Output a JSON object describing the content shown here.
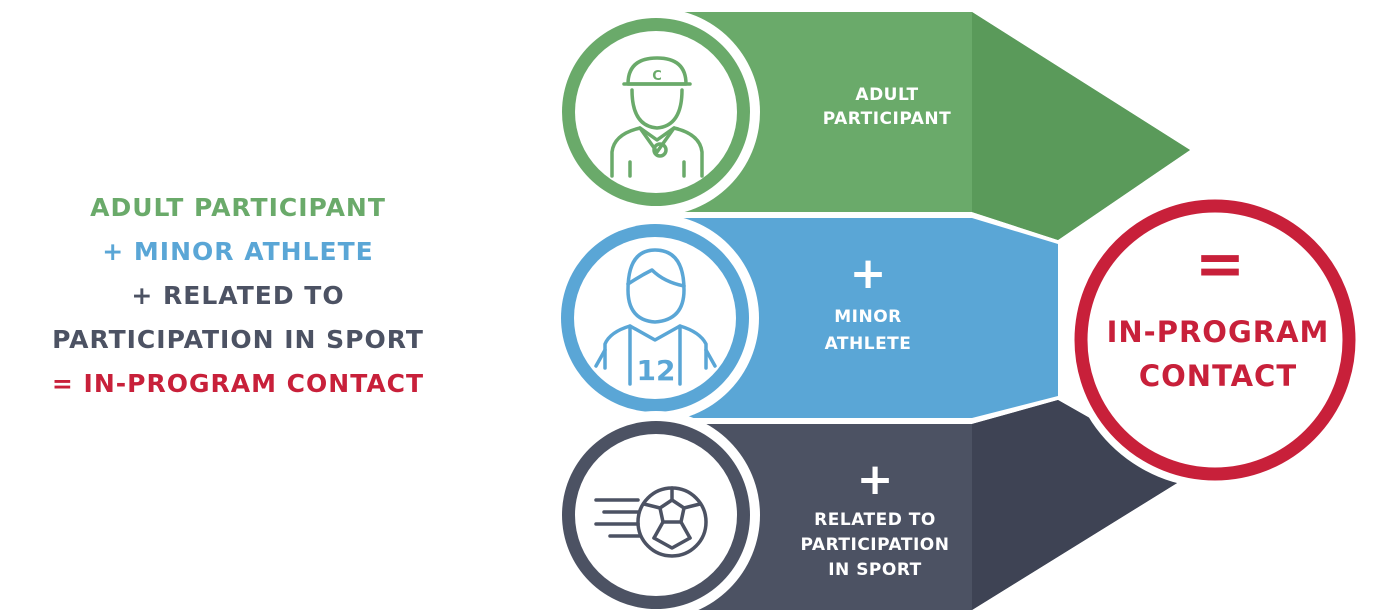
{
  "equation": {
    "line1": "ADULT  PARTICIPANT",
    "line2": "+ MINOR  ATHLETE",
    "line3": "+ RELATED TO",
    "line4": "PARTICIPATION  IN  SPORT",
    "line5": "= IN-PROGRAM CONTACT"
  },
  "bands": {
    "adult": {
      "line1": "ADULT",
      "line2": "PARTICIPANT",
      "icon": "coach-icon",
      "color": "#6aaa6a"
    },
    "minor": {
      "plus": "+",
      "line1": "MINOR",
      "line2": "ATHLETE",
      "icon": "athlete-icon",
      "jersey_number": "12",
      "color": "#5aa6d6"
    },
    "sport": {
      "plus": "+",
      "line1": "RELATED TO",
      "line2": "PARTICIPATION",
      "line3": "IN SPORT",
      "icon": "soccer-ball-icon",
      "color": "#4c5263"
    }
  },
  "result": {
    "symbol": "=",
    "line1": "IN-PROGRAM",
    "line2": "CONTACT",
    "color": "#c8203a"
  }
}
